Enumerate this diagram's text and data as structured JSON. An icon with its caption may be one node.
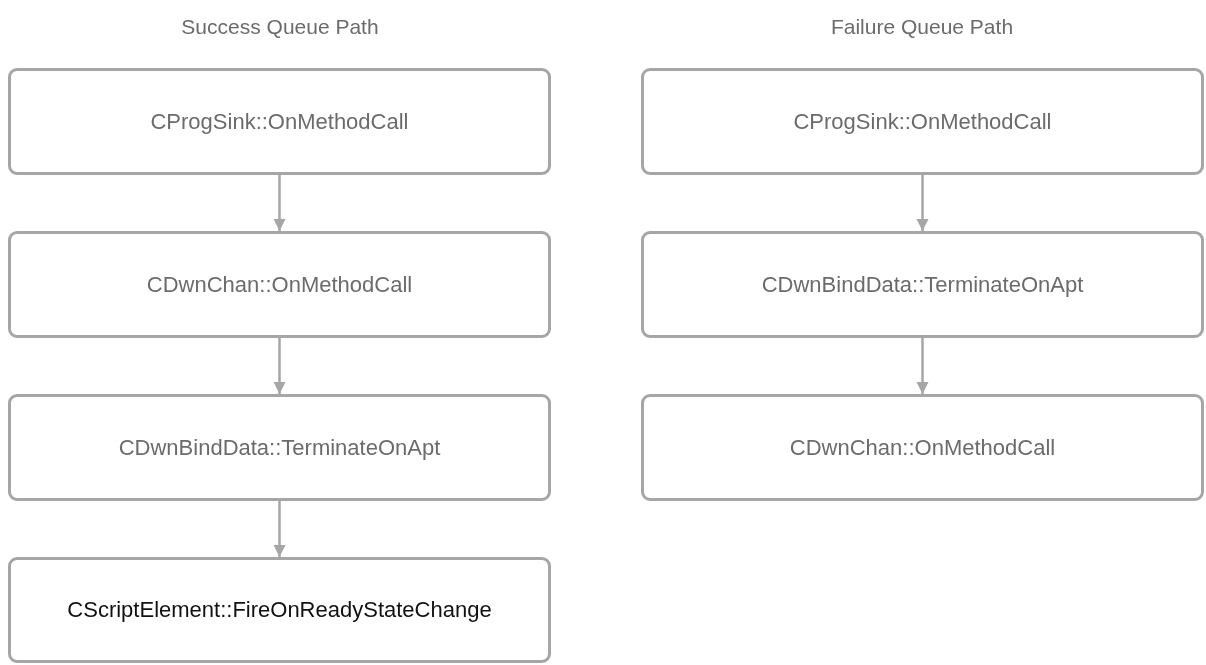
{
  "diagram": {
    "nodes": [
      {
        "text": [
          "CProgSink::OnMethodCall"
        ]
      },
      {
        "text": [
          "CDwnChan::OnMethodCall"
        ]
      },
      {
        "text": [
          "CDwnBindData::TerminateOnApt"
        ]
      },
      {
        "text": [
          "CScriptElement::FireOnReadyStateChange"
        ]
      },
      {
        "text": [
          "CProgSink::OnMethodCall"
        ]
      },
      {
        "text": [
          "CDwnBindData::TerminateOnApt"
        ]
      },
      {
        "text": [
          "CDwnChan::OnMethodCall"
        ]
      }
    ],
    "edges": [
      {
        "from": 0,
        "to": 1,
        "arrow": "to"
      },
      {
        "from": 1,
        "to": 2,
        "arrow": "to"
      },
      {
        "from": 2,
        "to": 3,
        "arrow": "to"
      },
      {
        "from": 4,
        "to": 5,
        "arrow": "to"
      },
      {
        "from": 5,
        "to": 6,
        "arrow": "to"
      }
    ],
    "labels": [
      "Success Queue Path",
      "Failure Queue Path"
    ]
  }
}
